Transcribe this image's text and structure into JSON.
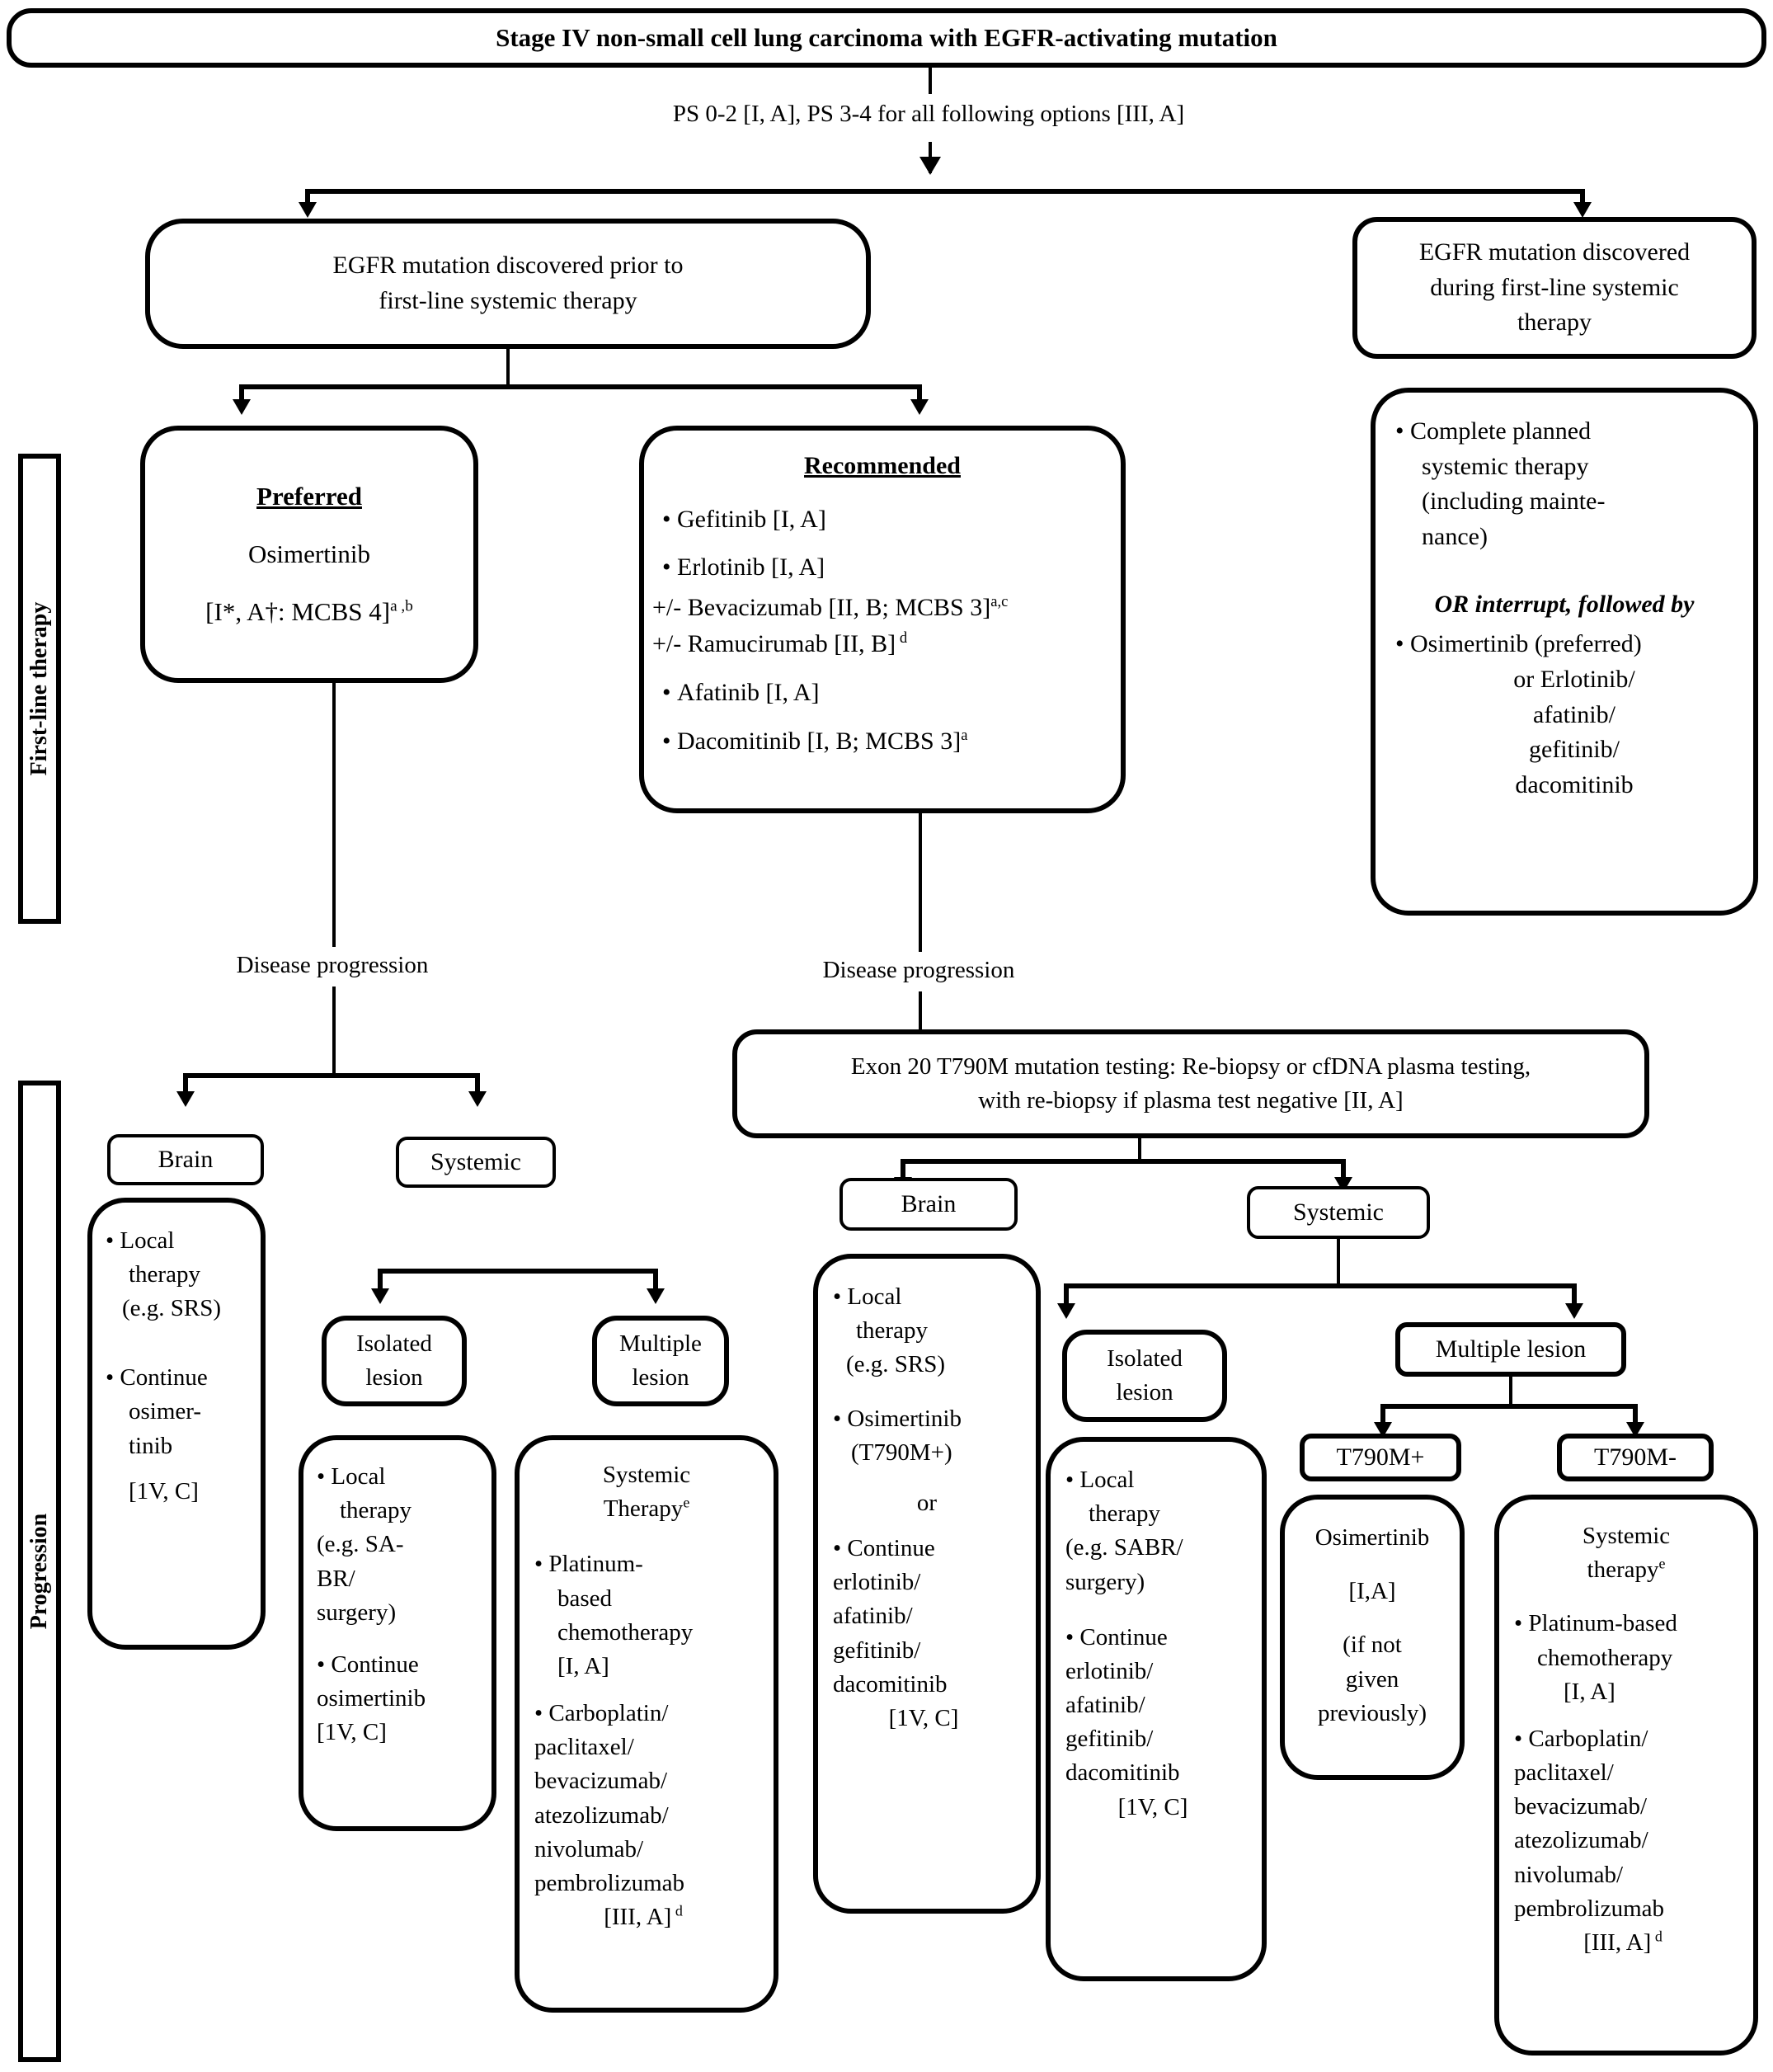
{
  "title_box": {
    "text": "Stage IV non-small cell lung carcinoma with EGFR-activating mutation"
  },
  "ps_label": {
    "text": "PS 0-2 [I, A], PS 3-4 for all following options [III, A]"
  },
  "side_bars": {
    "first_line": "First-line therapy",
    "progression": "Progression"
  },
  "branch_left": {
    "text_line1": "EGFR mutation discovered prior to",
    "text_line2": "first-line systemic therapy"
  },
  "branch_right": {
    "text_line1": "EGFR mutation discovered",
    "text_line2": "during first-line systemic",
    "text_line3": "therapy"
  },
  "preferred_box": {
    "heading": "Preferred",
    "drug": "Osimertinib",
    "evidence": "[I*, A†: MCBS 4]",
    "footnote": "a ,b"
  },
  "recommended_box": {
    "heading": "Recommended",
    "items": [
      {
        "bullet": true,
        "text": "Gefitinib [I, A]"
      },
      {
        "bullet": true,
        "text": "Erlotinib [I, A]"
      },
      {
        "bullet": false,
        "text": "+/- Bevacizumab [II, B; MCBS 3]",
        "sup": "a,c"
      },
      {
        "bullet": false,
        "text": "+/- Ramucirumab [II, B]",
        "sup": " d"
      },
      {
        "bullet": true,
        "text": "Afatinib [I, A]"
      },
      {
        "bullet": true,
        "text": "Dacomitinib [I, B; MCBS 3]",
        "sup": "a"
      }
    ]
  },
  "during_first_line_box": {
    "bullet1": [
      "Complete planned",
      "systemic therapy",
      "(including mainte-",
      "nance)"
    ],
    "or_line": "OR interrupt, followed by",
    "bullet2": [
      "Osimertinib (preferred)",
      "or Erlotinib/",
      "afatinib/",
      "gefitinib/",
      "dacomitinib"
    ]
  },
  "progression_labels": {
    "left": "Disease progression",
    "right": "Disease progression"
  },
  "t790m_testing_box": {
    "line1": "Exon 20 T790M mutation testing: Re-biopsy or cfDNA plasma testing,",
    "line2": "with re-biopsy if plasma test negative [II, A]"
  },
  "left_progression": {
    "brain_label": "Brain",
    "systemic_label": "Systemic",
    "brain_box": [
      "Local",
      "therapy",
      "(e.g. SRS)",
      "",
      "Continue",
      "osimer-",
      "tinib",
      "[1V, C]"
    ],
    "brain_box_items": [
      {
        "bullet": true,
        "lines": [
          "Local",
          "therapy",
          "(e.g. SRS)"
        ]
      },
      {
        "bullet": true,
        "lines": [
          "Continue",
          "osimer-",
          "tinib",
          "[1V, C]"
        ]
      }
    ],
    "isolated_label_l1": "Isolated",
    "isolated_label_l2": "lesion",
    "multiple_label_l1": "Multiple",
    "multiple_label_l2": "lesion",
    "isolated_box_items": [
      {
        "bullet": true,
        "lines": [
          "Local",
          "therapy",
          "(e.g. SA-",
          "BR/",
          "surgery)"
        ]
      },
      {
        "bullet": true,
        "lines": [
          "Continue",
          "osimertinib",
          "[1V, C]"
        ]
      }
    ],
    "multiple_box_heading_l1": "Systemic",
    "multiple_box_heading_l2": "Therapy",
    "multiple_box_heading_sup": "e",
    "multiple_box_items": [
      {
        "bullet": true,
        "lines": [
          "Platinum-",
          "based",
          "chemotherapy",
          "[I, A]"
        ]
      },
      {
        "bullet": true,
        "lines": [
          "Carboplatin/",
          "paclitaxel/",
          "bevacizumab/",
          "atezolizumab/",
          "nivolumab/",
          "pembrolizumab",
          "[III, A]"
        ],
        "sup": " d"
      }
    ]
  },
  "right_progression": {
    "brain_label": "Brain",
    "systemic_label": "Systemic",
    "brain_box_items": [
      {
        "bullet": true,
        "lines": [
          "Local",
          "therapy",
          "(e.g. SRS)"
        ]
      },
      {
        "bullet": true,
        "lines": [
          "Osimertinib",
          "(T790M+)"
        ]
      },
      {
        "bullet": false,
        "lines": [
          "or"
        ],
        "center": true
      },
      {
        "bullet": true,
        "lines": [
          "Continue",
          "erlotinib/",
          "afatinib/",
          "gefitinib/",
          "dacomitinib",
          "[1V, C]"
        ]
      }
    ],
    "isolated_label_l1": "Isolated",
    "isolated_label_l2": "lesion",
    "multiple_label": "Multiple lesion",
    "isolated_box_items": [
      {
        "bullet": true,
        "lines": [
          "Local",
          "therapy",
          "(e.g. SABR/",
          "surgery)"
        ]
      },
      {
        "bullet": true,
        "lines": [
          "Continue",
          "erlotinib/",
          "afatinib/",
          "gefitinib/",
          "dacomitinib",
          "[1V, C]"
        ]
      }
    ],
    "t790m_pos_label": "T790M+",
    "t790m_neg_label": "T790M-",
    "t790m_pos_box": {
      "drug": "Osimertinib",
      "evidence": "[I,A]",
      "note_l1": "(if not",
      "note_l2": "given",
      "note_l3": "previously)"
    },
    "t790m_neg_box": {
      "heading_l1": "Systemic",
      "heading_l2": "therapy",
      "heading_sup": "e",
      "items": [
        {
          "bullet": true,
          "lines": [
            "Platinum-based",
            "chemotherapy",
            "[I, A]"
          ]
        },
        {
          "bullet": true,
          "lines": [
            "Carboplatin/",
            "paclitaxel/",
            "bevacizumab/",
            "atezolizumab/",
            "nivolumab/",
            "pembrolizumab",
            "[III, A]"
          ],
          "sup": " d"
        }
      ]
    }
  }
}
